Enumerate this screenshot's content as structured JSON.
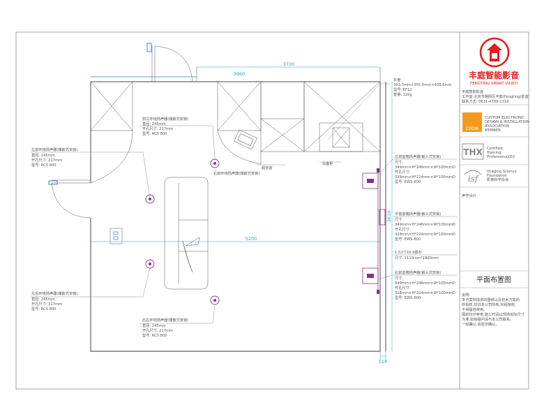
{
  "dimensions": {
    "top_width": "3730",
    "left_segment": "3960",
    "room_width": "5200",
    "room_depth": "3610",
    "wall_thickness": "110"
  },
  "annotations": {
    "projector": [
      "长度:",
      "393.7mm×355.5mm×439.6mm",
      "型号: EF12",
      "重量: 12kg"
    ],
    "front_left": [
      "前左环绕扬声器(镶嵌式安装)",
      "直径: 245mm",
      "开孔尺寸: 217mm",
      "型号: RCS 800"
    ],
    "left_surround": [
      "左前环绕扬声器(镶嵌式安装)",
      "直径: 245mm",
      "开孔尺寸: 217mm",
      "型号: RCS 800"
    ],
    "right_surround": [
      "右前环绕扬声器(镶嵌式安装)"
    ],
    "rear_left": [
      "左后环绕扬声器(镶嵌式安装)",
      "直径: 245mm",
      "开孔尺寸: 217mm",
      "型号: RCS 800"
    ],
    "rear_right": [
      "后右环绕扬声器(镶嵌式安装)",
      "直径: 245mm",
      "开孔尺寸: 217mm",
      "型号: RCS 800"
    ],
    "front_speaker_1": [
      "左前音箱扬声器(嵌入式安装)",
      "尺寸:",
      "349mm×H*246mm×W*100mmD",
      "开孔尺寸:",
      "328mm×H*224mm×W*100mmD",
      "型号: EWS-800"
    ],
    "center_speaker": [
      "中置音箱扬声器(嵌入式安装)",
      "尺寸:",
      "349mm×H*246mm×W*100mmD",
      "开孔尺寸:",
      "328mm×H*224mm×W*100mmD",
      "型号: EWS-800"
    ],
    "screen": [
      "1.53寸16:9幕布",
      "尺寸: 1110mm*1800mm"
    ],
    "front_speaker_2": [
      "右前音箱扬声器(嵌入式安装)",
      "尺寸:",
      "349mm×H*246mm×W*100mmD",
      "开孔尺寸:",
      "328mm×H*224mm×W*100mmD",
      "型号: EWS-800"
    ],
    "subwoofer": "超低音",
    "equipment": "设备柜"
  },
  "title_block": {
    "company_cn": "丰庭智能影音",
    "company_en": "FENGTING SMART VIDEO",
    "contact_lines": [
      "丰庭智能影音",
      "工作室:北京市朝阳区丰庭(Fengting)影音",
      "联系方式: 0631-4789-1316"
    ],
    "cedia_badge": "CEDIA",
    "cedia_desc": [
      "CUSTOM ELECTRONIC",
      "DESIGN & INSTALLATION",
      "ASSOCIATION",
      "MEMBER"
    ],
    "thx_badge": "THX",
    "thx_desc": [
      "Certified",
      "Training",
      "Professional(EI)"
    ],
    "isf_badge": "isf",
    "isf_desc": [
      "Imaging Science",
      "Foundation",
      "影像科学协会"
    ],
    "footnote": "声学设计",
    "plan_title": "平面布置图",
    "notes": [
      "说明:",
      "本方案所提供的图纸以及技术方案的",
      "所有权,均归本公司所有,未经授权,",
      "不得擅自使用。",
      "图纸仅作参考,施工时请以现场实际尺寸",
      "为准,如有疑问请与本公司联系。",
      "一经确认,请签字确认。"
    ]
  },
  "colors": {
    "wall": "#333333",
    "dimension": "#1aa6b7",
    "speaker": "#8a2f86",
    "logo": "#e0201c",
    "cedia_orange": "#f39a1e"
  },
  "icons": [
    "fengting-logo-icon",
    "cedia-logo-icon",
    "thx-logo-icon",
    "isf-logo-icon"
  ]
}
